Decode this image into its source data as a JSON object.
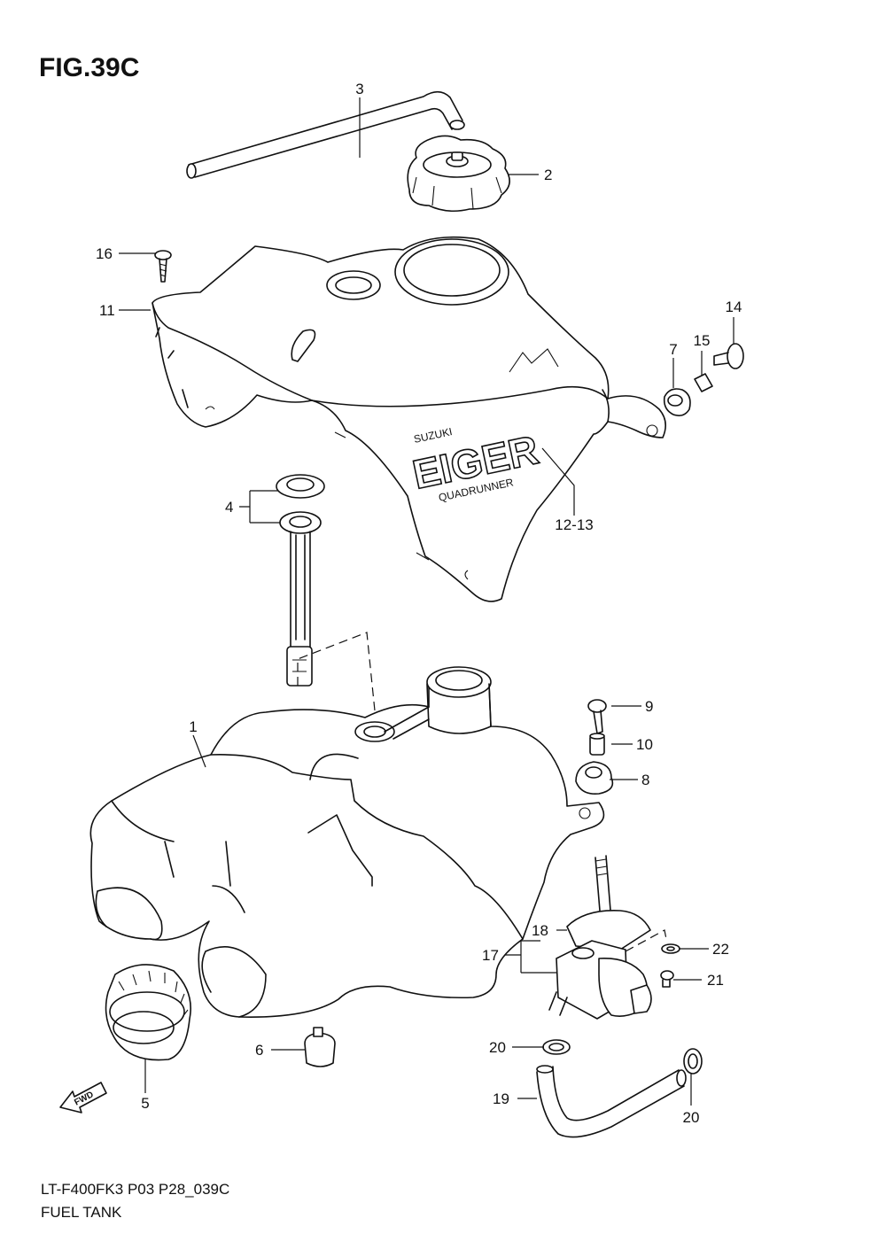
{
  "figure": {
    "title": "FIG.39C"
  },
  "footer": {
    "model_code": "LT-F400FK3 P03 P28_039C",
    "section_name": "FUEL TANK"
  },
  "logo": {
    "brand": "SUZUKI",
    "model": "EIGER",
    "sub": "QUADRUNNER"
  },
  "direction": {
    "label": "FWD"
  },
  "callouts": {
    "c1": "1",
    "c2": "2",
    "c3": "3",
    "c4": "4",
    "c5": "5",
    "c6": "6",
    "c7": "7",
    "c8": "8",
    "c9": "9",
    "c10": "10",
    "c11": "11",
    "c12_13": "12-13",
    "c14": "14",
    "c15": "15",
    "c16": "16",
    "c17": "17",
    "c18": "18",
    "c19": "19",
    "c20a": "20",
    "c20b": "20",
    "c21": "21",
    "c22": "22"
  }
}
